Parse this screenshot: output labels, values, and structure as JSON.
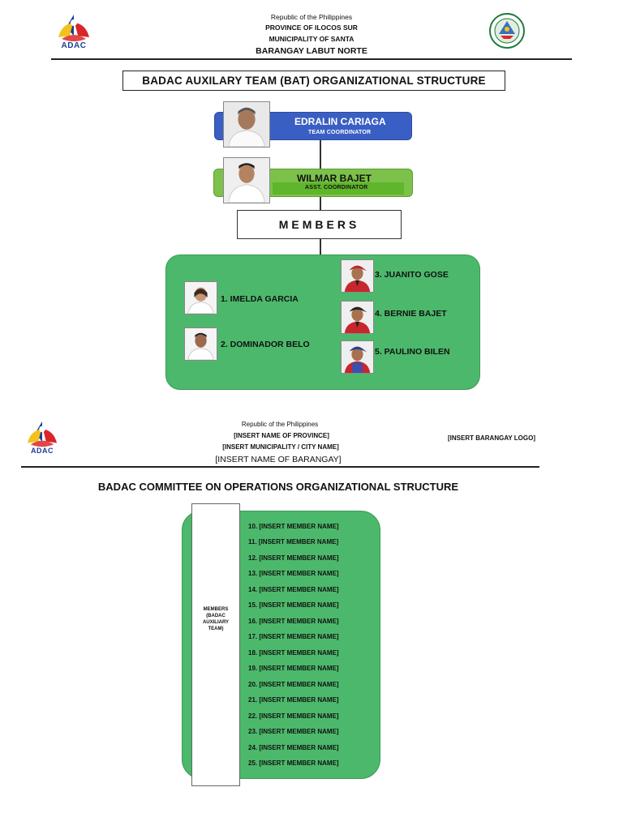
{
  "section1": {
    "logo_text": "ADAC",
    "header": {
      "line1": "Republic of the Philippines",
      "line2": "PROVINCE OF ILOCOS SUR",
      "line3": "MUNICIPALITY OF SANTA",
      "line4": "BARANGAY LABUT NORTE"
    },
    "title": "BADAC AUXILARY TEAM (BAT) ORGANIZATIONAL STRUCTURE",
    "coordinator": {
      "name": "EDRALIN CARIAGA",
      "role": "TEAM COORDINATOR"
    },
    "asst_coordinator": {
      "name": "WILMAR BAJET",
      "role": "ASST. COORDINATOR"
    },
    "members_label": "MEMBERS",
    "members": [
      {
        "label": "1. IMELDA GARCIA"
      },
      {
        "label": "2. DOMINADOR BELO"
      },
      {
        "label": "3. JUANITO GOSE"
      },
      {
        "label": "4. BERNIE BAJET"
      },
      {
        "label": "5. PAULINO BILEN"
      }
    ]
  },
  "section2": {
    "logo_text": "ADAC",
    "header": {
      "line1": "Republic of the Philippines",
      "line2": "[INSERT NAME OF PROVINCE]",
      "line3": "[INSERT MUNICIPALITY / CITY NAME]",
      "line4": "[INSERT NAME OF BARANGAY]"
    },
    "logo_placeholder": "[INSERT BARANGAY LOGO]",
    "title": "BADAC COMMITTEE ON OPERATIONS ORGANIZATIONAL STRUCTURE",
    "members_label_lines": [
      "MEMBERS",
      "(BADAC",
      "AUXILIARY",
      "TEAM)"
    ],
    "members": [
      "10. [INSERT MEMBER NAME]",
      "11. [INSERT MEMBER NAME]",
      "12. [INSERT MEMBER NAME]",
      "13. [INSERT MEMBER NAME]",
      "14. [INSERT MEMBER NAME]",
      "15. [INSERT MEMBER NAME]",
      "16. [INSERT MEMBER NAME]",
      "17. [INSERT MEMBER NAME]",
      "18. [INSERT MEMBER NAME]",
      "19. [INSERT MEMBER NAME]",
      "20. [INSERT MEMBER NAME]",
      "21. [INSERT MEMBER NAME]",
      "22. [INSERT MEMBER NAME]",
      "23. [INSERT MEMBER NAME]",
      "24. [INSERT MEMBER NAME]",
      "25. [INSERT MEMBER NAME]"
    ]
  },
  "colors": {
    "coordinator_banner": "#3a5fc4",
    "asst_banner": "#7cc24a",
    "panel_green": "#4cb86b"
  }
}
